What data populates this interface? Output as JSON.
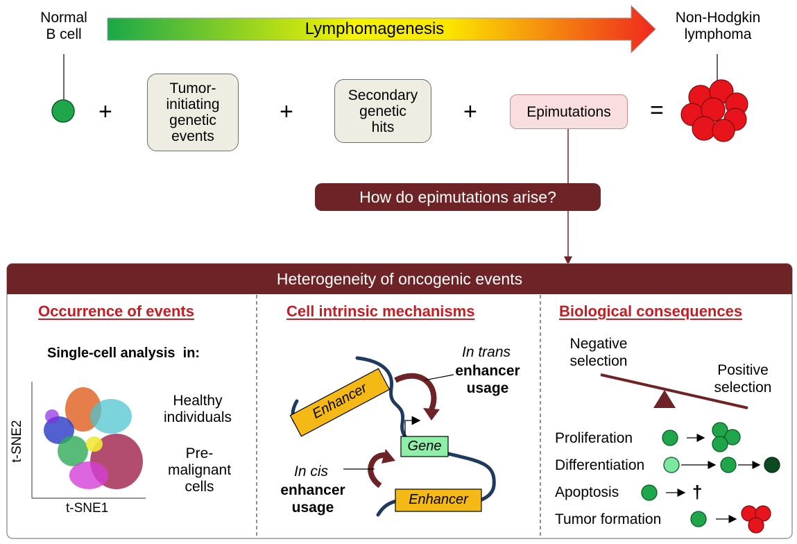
{
  "top": {
    "normal_b_cell": "Normal\nB cell",
    "arrow_label": "Lymphomagenesis",
    "nhl": "Non-Hodgkin\nlymphoma",
    "box1": "Tumor-\ninitiating\ngenetic\nevents",
    "box2": "Secondary\ngenetic\nhits",
    "box3": "Epimutations",
    "plus": "+",
    "equals": "=",
    "question": "How do epimutations arise?"
  },
  "bottom": {
    "header": "Heterogeneity of oncogenic events",
    "occurrence": {
      "title": "Occurrence of events",
      "subtitle": "Single-cell analysis  in:",
      "healthy": "Healthy\nindividuals",
      "premalignant": "Pre-\nmalignant\ncells",
      "xaxis": "t-SNE1",
      "yaxis": "t-SNE2"
    },
    "mechanisms": {
      "title": "Cell intrinsic mechanisms",
      "in_trans": "In trans",
      "trans_usage": "enhancer\nusage",
      "in_cis": "In cis",
      "cis_usage": "enhancer\nusage",
      "enhancer": "Enhancer",
      "gene": "Gene"
    },
    "consequences": {
      "title": "Biological consequences",
      "negative": "Negative\nselection",
      "positive": "Positive\nselection",
      "proliferation": "Proliferation",
      "differentiation": "Differentiation",
      "apoptosis": "Apoptosis",
      "tumor": "Tumor formation",
      "dagger": "†"
    }
  },
  "colors": {
    "banner": "#6e2426",
    "title_red": "#c01f24",
    "cell_green": "#1fa64a",
    "tumor_red": "#e8141b",
    "dna": "#1f3a5f",
    "enhancer": "#f5b915",
    "gene": "#8ef0a8"
  }
}
